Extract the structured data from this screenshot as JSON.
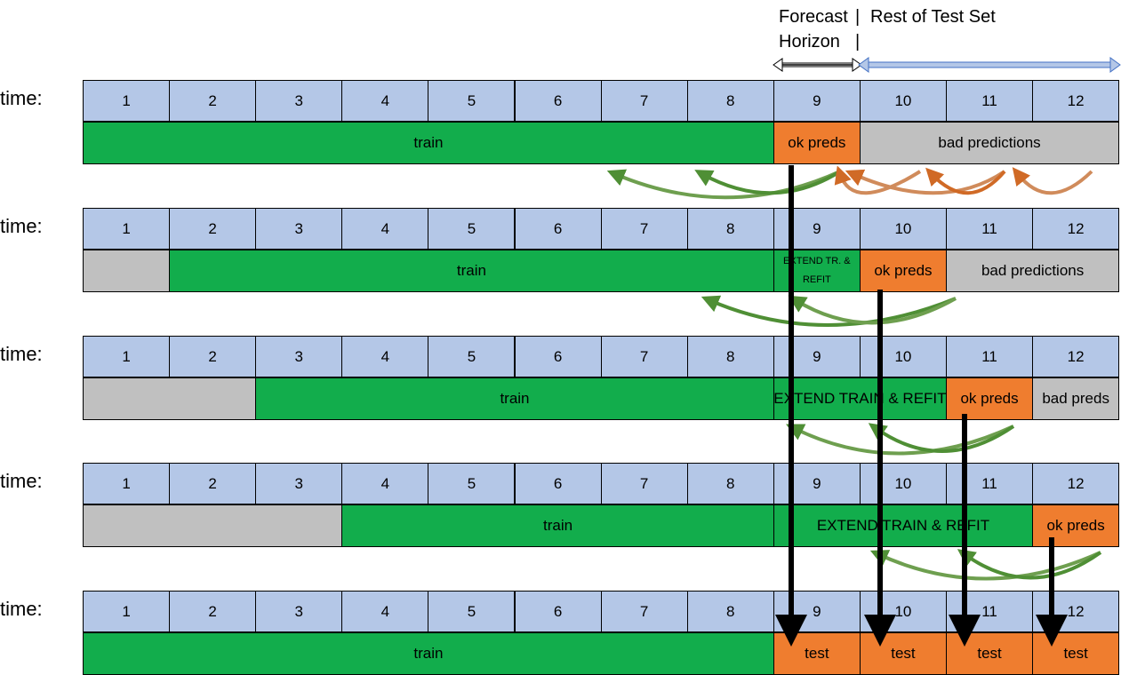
{
  "header": {
    "forecast_line1": "Forecast",
    "forecast_line2": "Horizon",
    "sep1": "|",
    "sep2": "|",
    "rest": "Rest of Test Set"
  },
  "time_label": "time:",
  "time_steps": [
    "1",
    "2",
    "3",
    "4",
    "5",
    "6",
    "7",
    "8",
    "9",
    "10",
    "11",
    "12"
  ],
  "rows": [
    {
      "segments": [
        {
          "type": "train",
          "start": 1,
          "end": 8,
          "label": "train"
        },
        {
          "type": "ok",
          "start": 9,
          "end": 9,
          "label": "ok preds"
        },
        {
          "type": "bad",
          "start": 10,
          "end": 12,
          "label": "bad predictions"
        }
      ]
    },
    {
      "segments": [
        {
          "type": "bad",
          "start": 1,
          "end": 1,
          "label": ""
        },
        {
          "type": "train",
          "start": 2,
          "end": 8,
          "label": "train"
        },
        {
          "type": "ext",
          "start": 9,
          "end": 9,
          "label": "EXTEND TR. & REFIT"
        },
        {
          "type": "ok",
          "start": 10,
          "end": 10,
          "label": "ok preds"
        },
        {
          "type": "bad",
          "start": 11,
          "end": 12,
          "label": "bad predictions"
        }
      ]
    },
    {
      "segments": [
        {
          "type": "bad",
          "start": 1,
          "end": 2,
          "label": ""
        },
        {
          "type": "train",
          "start": 3,
          "end": 8,
          "label": "train"
        },
        {
          "type": "ext",
          "start": 9,
          "end": 10,
          "label": "EXTEND TRAIN & REFIT"
        },
        {
          "type": "ok",
          "start": 11,
          "end": 11,
          "label": "ok preds"
        },
        {
          "type": "bad",
          "start": 12,
          "end": 12,
          "label": "bad preds"
        }
      ]
    },
    {
      "segments": [
        {
          "type": "bad",
          "start": 1,
          "end": 3,
          "label": ""
        },
        {
          "type": "train",
          "start": 4,
          "end": 8,
          "label": "train"
        },
        {
          "type": "ext",
          "start": 9,
          "end": 11,
          "label": "EXTEND TRAIN & REFIT"
        },
        {
          "type": "ok",
          "start": 12,
          "end": 12,
          "label": "ok preds"
        }
      ]
    },
    {
      "segments": [
        {
          "type": "train",
          "start": 1,
          "end": 8,
          "label": "train"
        },
        {
          "type": "ok",
          "start": 9,
          "end": 9,
          "label": "test"
        },
        {
          "type": "ok",
          "start": 10,
          "end": 10,
          "label": "test"
        },
        {
          "type": "ok",
          "start": 11,
          "end": 11,
          "label": "test"
        },
        {
          "type": "ok",
          "start": 12,
          "end": 12,
          "label": "test"
        }
      ]
    }
  ],
  "colors": {
    "time_cell": "#b4c7e7",
    "train": "#12ad4c",
    "ok_preds": "#ef7d2f",
    "bad_preds": "#c0c0c0",
    "curve_green": "#4f8f35",
    "curve_orange": "#d06a26",
    "horizon_arrow": "#7f7f7f",
    "rest_arrow": "#4472c4"
  }
}
